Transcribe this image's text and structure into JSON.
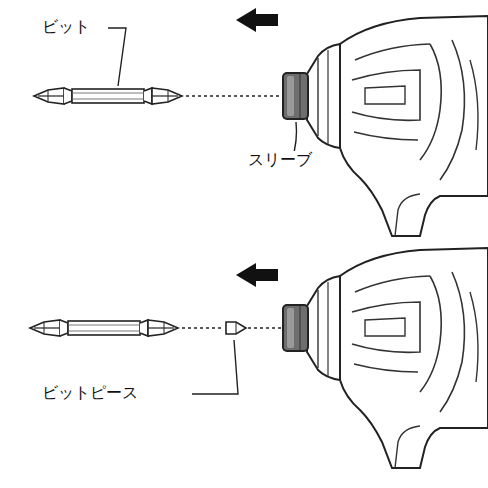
{
  "diagram": {
    "labels": [
      "ビット",
      "スリーブ",
      "ビットピース"
    ]
  }
}
